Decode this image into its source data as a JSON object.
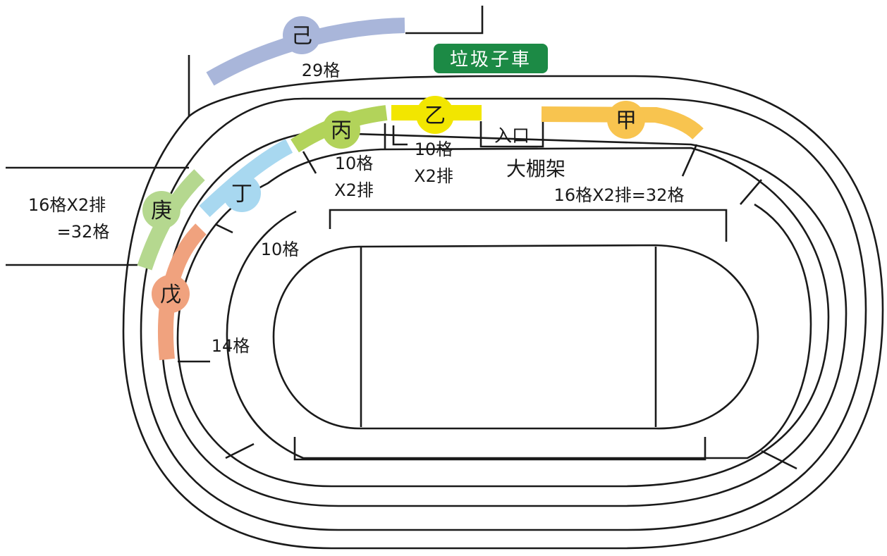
{
  "badge": {
    "label": "垃圾子車",
    "color": "#1c8a45"
  },
  "zones": [
    {
      "id": "ji",
      "label": "己",
      "color": "#a9b6da",
      "capacity": "29格"
    },
    {
      "id": "jia",
      "label": "甲",
      "color": "#f8c44f",
      "capacity": "16格X2排=32格"
    },
    {
      "id": "yi",
      "label": "乙",
      "color": "#f2e600",
      "capacity_line1": "10格",
      "capacity_line2": "X2排"
    },
    {
      "id": "bing",
      "label": "丙",
      "color": "#b2d35a",
      "capacity_line1": "10格",
      "capacity_line2": "X2排"
    },
    {
      "id": "ding",
      "label": "丁",
      "color": "#a8d8f0",
      "capacity": "10格"
    },
    {
      "id": "geng",
      "label": "庚",
      "color": "#b5d88f",
      "capacity_line1": "16格X2排",
      "capacity_line2": "=32格"
    },
    {
      "id": "wu",
      "label": "戊",
      "color": "#f0a27e",
      "capacity": "14格"
    }
  ],
  "entrance": {
    "label": "入口"
  },
  "pavilion": {
    "label": "大棚架"
  }
}
